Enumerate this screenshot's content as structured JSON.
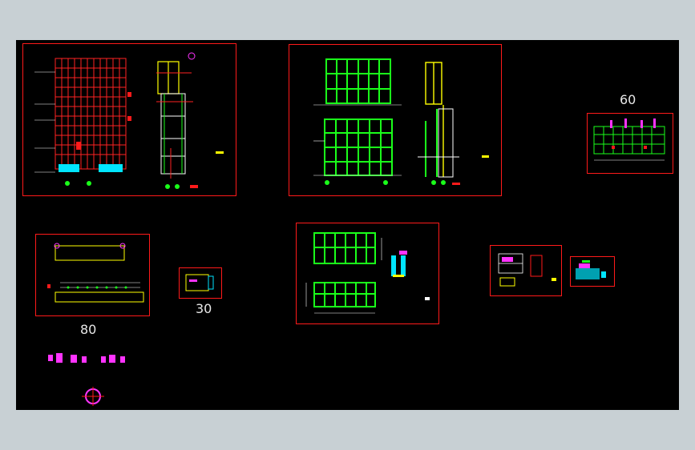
{
  "scale_labels": {
    "sheet_60": "60",
    "sheet_30": "30",
    "sheet_80": "80"
  },
  "colors": {
    "canvas": "#000000",
    "frame": "#ff1a1a",
    "green": "#1aff1a",
    "yellow": "#ffff00",
    "magenta": "#ff33ff",
    "cyan": "#00e5ff",
    "white": "#ffffff"
  }
}
